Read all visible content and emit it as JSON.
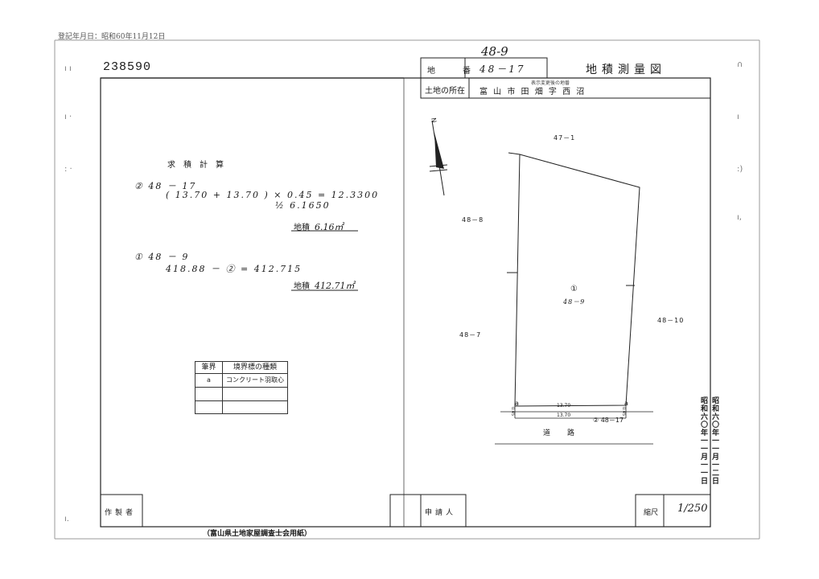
{
  "header": {
    "registration_date": "登記年月日：昭和60年11月12日",
    "document_number": "238590",
    "handwritten_parcel": "48-9"
  },
  "title_block": {
    "parcel_label": "地　番",
    "parcel_value": "48－17",
    "title": "地積測量図",
    "location_label": "土地の所在",
    "location_small": "表示変更後の地番",
    "location_value": "富 山 市  田 畑 字 西 沼"
  },
  "calculation": {
    "title": "求積計算",
    "item2_label": "② 48 － 17",
    "item2_formula": "( 13.70 + 13.70 ) ×  0.45  =  12.3300",
    "item2_half": "½     6.1650",
    "item2_area_label": "地積",
    "item2_area_value": "6.16㎡",
    "item1_label": "① 48 － 9",
    "item1_formula": "418.88  －  ②  =  412.715",
    "item1_area_label": "地積",
    "item1_area_value": "412.71㎡"
  },
  "boundary_table": {
    "col1_header": "筆界",
    "col2_header": "境界標の種類",
    "rows": [
      {
        "mark": "a",
        "type": "コンクリート羽取心"
      },
      {
        "mark": "",
        "type": ""
      },
      {
        "mark": "",
        "type": ""
      }
    ]
  },
  "plot": {
    "north_label": "N",
    "parcel_47_1": "47－1",
    "parcel_48_8": "48－8",
    "parcel_48_7": "48－7",
    "parcel_48_10": "48－10",
    "parcel_center_circle": "①",
    "parcel_center": "48－9",
    "corner_a_left": "a",
    "corner_a_right": "a",
    "dim_upper": "13.70",
    "dim_lower": "13.70",
    "dim_side_left": "0.45",
    "dim_side_right": "0.45",
    "strip_label": "② 48－17",
    "road": "道　路"
  },
  "stamp": {
    "line1": "昭和六〇年一一月一二日",
    "line2": "昭和六〇年一一月一一日"
  },
  "footer": {
    "maker_label": "作製者",
    "applicant_label": "申請人",
    "scale_label": "縮尺",
    "scale_value": "1/250",
    "printer": "（富山県土地家屋調査士会用紙）"
  }
}
